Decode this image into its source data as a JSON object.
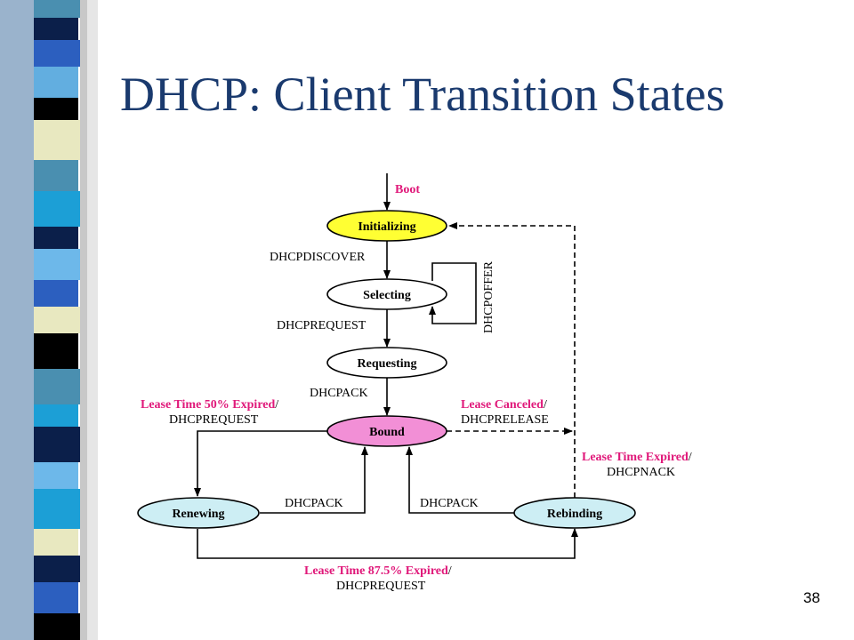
{
  "slide": {
    "title": "DHCP: Client Transition States",
    "page_number": "38"
  },
  "diagram": {
    "states": {
      "initializing": {
        "label": "Initializing",
        "fill": "#ffff33"
      },
      "selecting": {
        "label": "Selecting",
        "fill": "#ffffff"
      },
      "requesting": {
        "label": "Requesting",
        "fill": "#ffffff"
      },
      "bound": {
        "label": "Bound",
        "fill": "#f28fd6"
      },
      "renewing": {
        "label": "Renewing",
        "fill": "#cdeef4"
      },
      "rebinding": {
        "label": "Rebinding",
        "fill": "#cdeef4"
      }
    },
    "labels": {
      "boot": "Boot",
      "dhcpdiscover": "DHCPDISCOVER",
      "dhcpoffer": "DHCPOFFER",
      "dhcprequest_select": "DHCPREQUEST",
      "dhcpack_request": "DHCPACK",
      "lease50_event": "Lease Time 50% Expired",
      "lease50_slash": "/",
      "lease50_message": "DHCPREQUEST",
      "canceled_event": "Lease Canceled",
      "canceled_slash": "/",
      "canceled_message": "DHCPRELEASE",
      "expired_event": "Lease Time Expired",
      "expired_slash": "/",
      "expired_message": "DHCPNACK",
      "renew_ack": "DHCPACK",
      "rebind_ack": "DHCPACK",
      "lease875_event": "Lease Time 87.5% Expired",
      "lease875_slash": "/",
      "lease875_message": "DHCPREQUEST"
    },
    "event_color": "#e0197a"
  }
}
